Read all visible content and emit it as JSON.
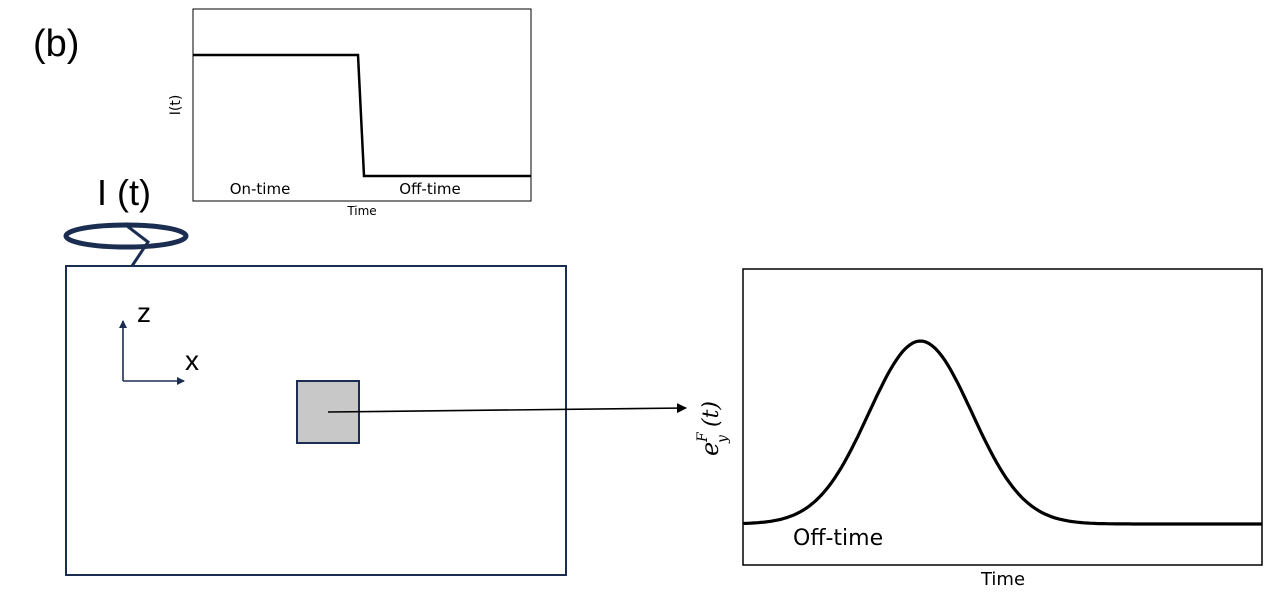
{
  "panel_label": "(b)",
  "current_label": "I (t)",
  "axis_z": "z",
  "axis_x": "x",
  "colors": {
    "navy": "#1b2e52",
    "cell_fill": "#c8c8c8",
    "curve": "#000000"
  },
  "current_plot": {
    "ylabel": "I(t)",
    "xlabel": "Time",
    "region_on": "On-time",
    "region_off": "Off-time"
  },
  "response_plot": {
    "ylabel_symbol": "e",
    "ylabel_sup": "F",
    "ylabel_sub": "y",
    "ylabel_arg": "(t)",
    "xlabel": "Time",
    "annotation": "Off-time"
  },
  "chart_data": [
    {
      "type": "line",
      "title": "",
      "xlabel": "Time",
      "ylabel": "I(t)",
      "series": [
        {
          "x": [
            0,
            0.49,
            0.505,
            1.0
          ],
          "y": [
            1.0,
            1.0,
            0.0,
            0.0
          ]
        }
      ],
      "annotations": [
        "On-time",
        "Off-time"
      ],
      "grid": false
    },
    {
      "type": "line",
      "title": "",
      "xlabel": "Time",
      "ylabel": "e_y^F (t)",
      "series": [
        {
          "shape": "gaussian",
          "baseline": 0.0,
          "peak": 1.0,
          "peak_x": 0.34,
          "width": 0.1,
          "x_range": [
            0,
            1
          ]
        }
      ],
      "annotations": [
        "Off-time"
      ],
      "grid": false
    }
  ]
}
